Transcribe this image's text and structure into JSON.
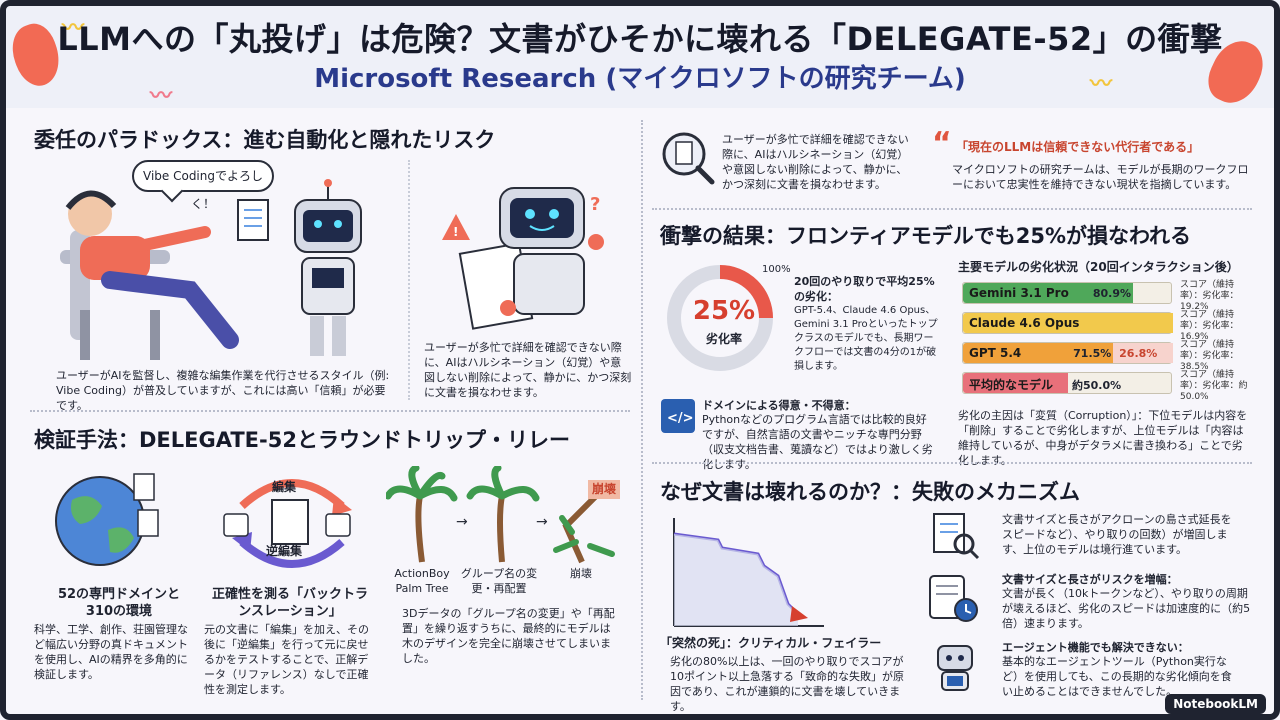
{
  "header": {
    "title": "LLMへの「丸投げ」は危険？文書がひそかに壊れる「DELEGATE-52」の衝撃",
    "subtitle": "Microsoft Research (マイクロソフトの研究チーム)"
  },
  "s1": {
    "title": "委任のパラドックス：進む自動化と隠れたリスク",
    "bubble": "Vibe Codingでよろしく！",
    "left_text": "ユーザーがAIを監督し、複雑な編集作業を代行させるスタイル（例: Vibe Coding）が普及していますが、これには高い「信頼」が必要です。",
    "right_text": "ユーザーが多忙で詳細を確認できない際に、AIはハルシネーション（幻覚）や意図しない削除によって、静かに、かつ深刻に文書を損なわせます。"
  },
  "s2": {
    "title": "検証手法：DELEGATE-52とラウンドトリップ・リレー",
    "col1_title": "52の専門ドメインと310の環境",
    "col1_text": "科学、工学、創作、荘園管理など幅広い分野の真ドキュメントを使用し、AIの精界を多角的に検証します。",
    "cycle_top": "編集",
    "cycle_bottom": "逆編集",
    "col2_title": "正確性を測る「バックトランスレーション」",
    "col2_text": "元の文書に「編集」を加え、その後に「逆編集」を行って元に戻せるかをテストすることで、正解データ（リファレンス）なしで正確性を測定します。",
    "tree1": "ActionBoy Palm Tree",
    "tree2": "グループ名の変更・再配置",
    "tree3": "崩壊",
    "tag": "崩壊",
    "col3_text": "3Dデータの「グループ名の変更」や「再配置」を繰り返すうちに、最終的にモデルは木のデザインを完全に崩壊させてしまいました。"
  },
  "s3": {
    "intro": "ユーザーが多忙で詳細を確認できない際に、AIはハルシネーション（幻覚）や意図しない削除によって、静かに、かつ深刻に文書を損なわせます。",
    "quote": "「現在のLLMは信頼できない代行者である」",
    "quote_text": "マイクロソフトの研究チームは、モデルが長期のワークフローにおいて忠実性を維持できない現状を指摘しています。"
  },
  "s4": {
    "title": "衝撃の結果：フロンティアモデルでも25%が損なわれる",
    "donut_value": "25%",
    "donut_label": "劣化率",
    "donut_max": "100%",
    "donut_fraction": 0.25,
    "donut_text_1": "20回のやり取りで平均25%の劣化：",
    "donut_text_2": "GPT-5.4、Claude 4.6 Opus、Gemini 3.1 Proといったトップクラスのモデルでも、長期ワークフローでは文書の4分の1が破損します。",
    "domain_title": "ドメインによる得意・不得意：",
    "domain_text": "Pythonなどのプログラム言語では比較的良好ですが、自然言語の文書やニッチな専門分野（収支文档告書、蒐讀など）ではより激しく劣化します。",
    "bars_title": "主要モデルの劣化状況（20回インタラクション後）",
    "cause": "劣化の主因は「変質（Corruption）」：下位モデルは内容を「削除」することで劣化しますが、上位モデルは「内容は維持しているが、中身がデタラメに書き換わる」ことで劣化します。"
  },
  "chart_data": {
    "type": "bar",
    "title": "主要モデルの劣化状況（20回インタラクション後）",
    "categories": [
      "Gemini 3.1 Pro",
      "Claude 4.6 Opus",
      "GPT 5.4",
      "平均的なモデル"
    ],
    "series": [
      {
        "values": [
          80.9,
          null,
          71.5,
          50.0
        ]
      }
    ],
    "value_labels": [
      "80.9%",
      "",
      "71.5%",
      "約50.0%"
    ],
    "extra_labels": [
      "",
      "",
      "26.8%",
      ""
    ],
    "notes": [
      "スコア（維持率）：劣化率：19.2%",
      "スコア（維持率）：劣化率：16.9%",
      "スコア（維持率）：劣化率：38.5%",
      "スコア（維持率）：劣化率：約50.0%"
    ],
    "colors": [
      "#4fa85a",
      "#f2c94c",
      "#f0a13a",
      "#e8707a"
    ],
    "ylim": [
      0,
      100
    ]
  },
  "s5": {
    "title": "なぜ文書は壊れるのか？：失敗のメカニズム",
    "death_title": "「突然の死」：クリティカル・フェイラー",
    "death_text": "劣化の80%以上は、一回のやり取りでスコアが10ポイント以上急落する「致命的な失敗」が原因であり、これが連鎖的に文書を壊していきます。",
    "m1": "文書サイズと長さがアクローンの島さ式延長をスピードなど）、やり取りの回数）が増固します、上位のモデルは境行進ています。",
    "m2_title": "文書サイズと長さがリスクを増幅：",
    "m2_text": "文書が長く（10kトークンなど）、やり取りの周期が壊えるほど、劣化のスピードは加速度的に（約5倍）速まります。",
    "m3_title": "エージェント機能でも解決できない：",
    "m3_text": "基本的なエージェントツール（Python実行など）を使用しても、この長期的な劣化傾向を食い止めることはできませんでした。"
  },
  "footer": {
    "badge": "NotebookLM"
  }
}
